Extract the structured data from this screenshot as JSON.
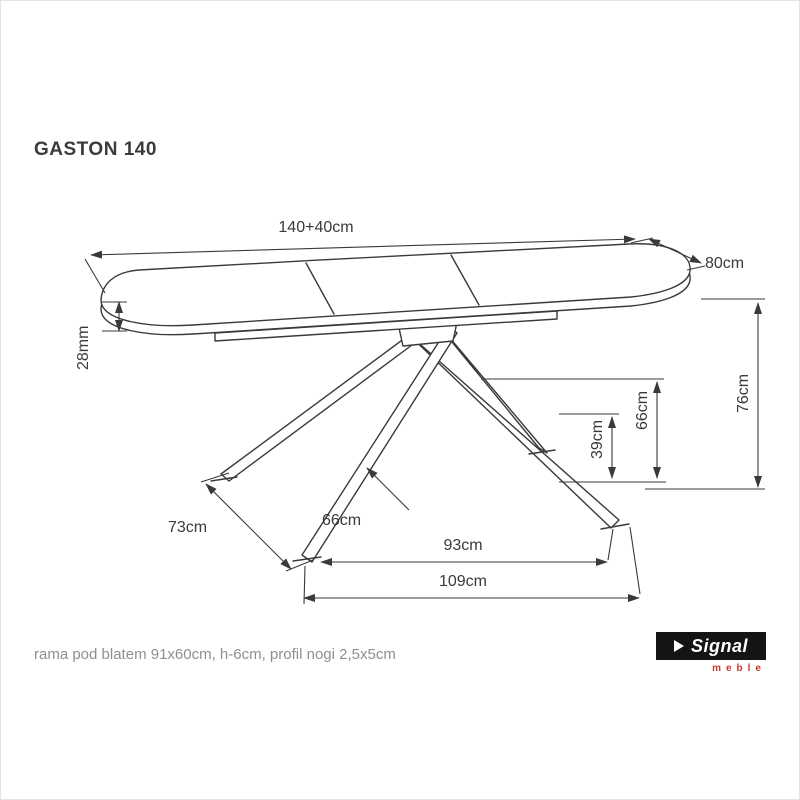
{
  "title": "GASTON 140",
  "note": "rama pod blatem 91x60cm, h-6cm, profil nogi 2,5x5cm",
  "dims": {
    "top_length": "140+40cm",
    "depth": "80cm",
    "thickness": "28mm",
    "height": "76cm",
    "under_height": "66cm",
    "cross_height": "39cm",
    "base_depth": "73cm",
    "base_inner": "66cm",
    "base_width": "93cm",
    "base_outer_width": "109cm"
  },
  "logo": {
    "brand": "Signal",
    "sub": "meble"
  },
  "colors": {
    "line": "#3a3a3a",
    "note_text": "#8f8f8f",
    "logo_bg": "#141414",
    "logo_accent": "#c8372d"
  }
}
